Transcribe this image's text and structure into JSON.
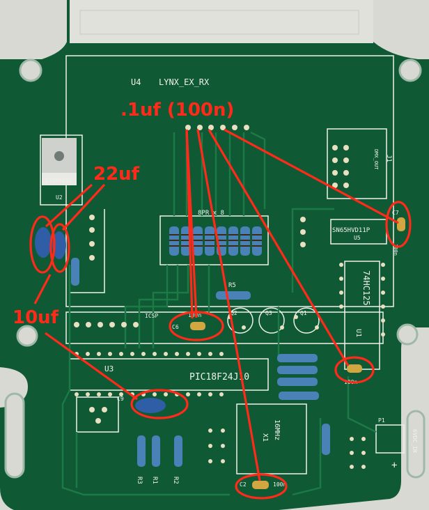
{
  "photo": {
    "board_color": "#0f5a34",
    "silkscreen_color": "#f1f1ec",
    "annotation_color": "#ff2a1a",
    "background_color": "#d9d9d4"
  },
  "annotations": {
    "cap_100n": ".1uf (100n)",
    "cap_22uf": "22uf",
    "cap_10uf": "10uf"
  },
  "silkscreen": {
    "u4": "U4",
    "board_name": "LYNX_EX_RX",
    "regulator": "LD1086V33",
    "u2": "U2",
    "rnet": "8PR x 8",
    "r5": "R5",
    "icsp": "ICSP",
    "c6": "C6",
    "c6_value": "100n",
    "q2": "Q2",
    "q3": "Q3",
    "q1": "Q1",
    "u3": "U3",
    "mcu": "PIC18F24J10",
    "c9": "C9",
    "x1": "X1",
    "crystal": "16MHz",
    "c2": "C2",
    "c2_value": "100n",
    "r3": "R3",
    "r1": "R1",
    "r2": "R2",
    "j1": "J1",
    "dmx_out": "DMX_OUT",
    "transceiver": "SN65HVD11P",
    "u5": "U5",
    "c7": "C7",
    "c7_value": "100n",
    "buffer": "74HC125",
    "u1": "U1",
    "c1_value": "100n",
    "p1": "P1",
    "power": "6VDC_IN",
    "plus": "+"
  }
}
